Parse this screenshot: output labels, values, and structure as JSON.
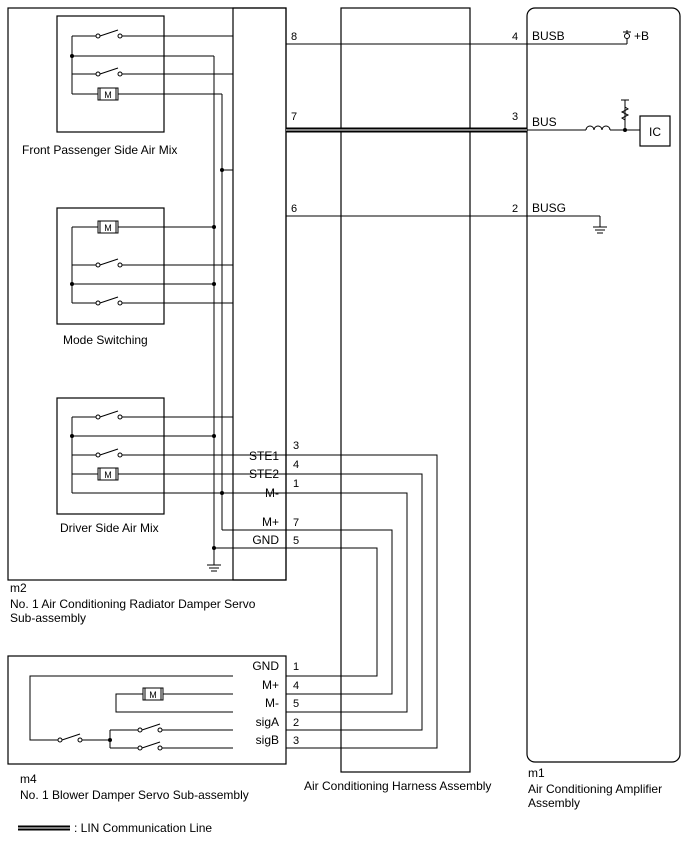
{
  "m2": {
    "code": "m2",
    "name_line1": "No. 1 Air Conditioning Radiator Damper Servo",
    "name_line2": "Sub-assembly",
    "sub_front": "Front Passenger Side Air Mix",
    "sub_mode": "Mode Switching",
    "sub_driver": "Driver Side Air Mix",
    "motor_symbol": "M",
    "signals": {
      "ste1": "STE1",
      "ste2": "STE2",
      "m_minus": "M-",
      "m_plus": "M+",
      "gnd": "GND"
    },
    "pins": {
      "p8": "8",
      "p7": "7",
      "p6": "6",
      "ste1": "3",
      "ste2": "4",
      "m_minus": "1",
      "m_plus": "7",
      "gnd": "5"
    }
  },
  "m4": {
    "code": "m4",
    "name": "No. 1 Blower Damper Servo Sub-assembly",
    "motor_symbol": "M",
    "signals": {
      "gnd": "GND",
      "m_plus": "M+",
      "m_minus": "M-",
      "sig_a": "sigA",
      "sig_b": "sigB"
    },
    "pins": {
      "gnd": "1",
      "m_plus": "4",
      "m_minus": "5",
      "sig_a": "2",
      "sig_b": "3"
    }
  },
  "harness": {
    "name": "Air Conditioning Harness Assembly"
  },
  "m1": {
    "code": "m1",
    "name_line1": "Air Conditioning Amplifier",
    "name_line2": "Assembly",
    "pins": {
      "busb": "4",
      "bus": "3",
      "busg": "2"
    },
    "signals": {
      "busb": "BUSB",
      "bus": "BUS",
      "busg": "BUSG"
    },
    "plus_b": "+B",
    "ic": "IC"
  },
  "legend": {
    "text": ": LIN Communication Line"
  }
}
